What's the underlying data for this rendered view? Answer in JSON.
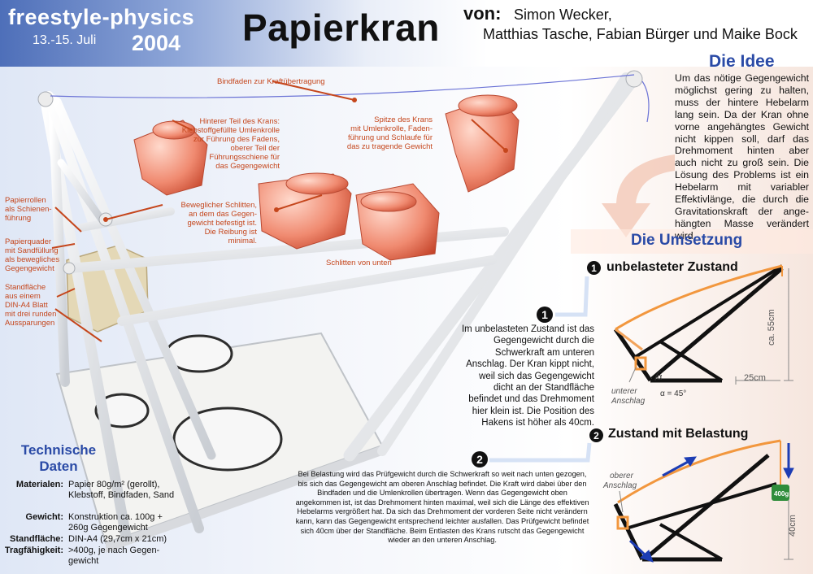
{
  "header": {
    "festival_name": "freestyle-physics",
    "festival_dates": "13.-15. Juli",
    "festival_year": "2004",
    "title": "Papierkran",
    "von_label": "von:",
    "authors_line1": "Simon Wecker,",
    "authors_line2": "Matthias Tasche,  Fabian Bürger  und  Maike Bock"
  },
  "labels": {
    "bindfaden": "Bindfaden zur Kraftübertragung",
    "hinterer_teil": [
      "Hinterer Teil des Krans:",
      "Klebstoffgefüllte Umlenkrolle",
      "zur Führung des Fadens,",
      "oberer Teil der",
      "Führungsschiene für",
      "das Gegengewicht"
    ],
    "spitze": [
      "Spitze des Krans",
      "mit Umlenkrolle, Faden-",
      "führung und Schlaufe für",
      "das zu tragende Gewicht"
    ],
    "papierrollen": [
      "Papierrollen",
      "als Schienen-",
      "führung"
    ],
    "papierquader": [
      "Papierquader",
      "mit Sandfüllung",
      "als bewegliches",
      "Gegengewicht"
    ],
    "standflaeche": [
      "Standfläche",
      "aus einem",
      "DIN-A4 Blatt",
      "mit drei runden",
      "Aussparungen"
    ],
    "schlitten": [
      "Beweglicher Schlitten,",
      "an dem das Gegen-",
      "gewicht befestigt ist.",
      "Die Reibung ist",
      "minimal."
    ],
    "schlitten_unten": "Schlitten von unten"
  },
  "idee": {
    "title": "Die Idee",
    "text": "Um das nötige Gegengewicht möglichst gering zu halten, muss der hintere Hebelarm lang sein. Da der Kran ohne vorne angehängtes Gewicht nicht kippen soll, darf das Drehmoment hinten aber auch nicht zu groß sein. Die Lösung des Problems ist ein Hebelarm mit variabler Effektivlänge, die durch die Gravitationskraft der ange-hängten Masse verändert wird."
  },
  "umsetzung": {
    "title": "Die Umsetzung",
    "state1": {
      "num": "1",
      "title": "unbelasteter Zustand",
      "text": "Im unbelasteten Zustand ist das Gegengewicht durch die Schwerkraft am unteren Anschlag. Der Kran kippt nicht, weil sich das Gegengewicht dicht an der Standfläche befindet und das Drehmoment hier klein ist. Die Position des Hakens ist höher als 40cm.",
      "dim_height": "ca. 55cm",
      "dim_width": "25cm",
      "anschlag": [
        "unterer",
        "Anschlag"
      ],
      "alpha": "α",
      "alpha_value": "α = 45°"
    },
    "state2": {
      "num": "2",
      "title": "Zustand mit Belastung",
      "text": "Bei Belastung wird das Prüfgewicht durch die Schwerkraft so weit nach unten gezogen, bis sich das Gegengewicht am oberen Anschlag befindet. Die Kraft wird dabei über den Bindfaden und die Umlenkrollen übertragen. Wenn das Gegengewicht oben angekommen ist, ist das Drehmoment hinten maximal, weil sich die Länge des effektiven Hebelarms vergrößert hat. Da sich das Drehmoment der vorderen Seite nicht verändern kann, kann das Gegengewicht entsprechend leichter ausfallen. Das Prüfgewicht befindet sich 40cm über der Standfläche. Beim Entlasten des Krans rutscht das Gegengewicht wieder an den unteren Anschlag.",
      "dim_height": "40cm",
      "anschlag": [
        "oberer",
        "Anschlag"
      ],
      "weight": "400g"
    }
  },
  "tech": {
    "title": "Technische Daten",
    "rows": [
      {
        "key": "Materialen:",
        "value": "Papier 80g/m² (gerollt), Klebstoff, Bindfaden, Sand"
      },
      {
        "key": "Gewicht:",
        "value": "Konstruktion ca. 100g + 260g Gegengewicht"
      },
      {
        "key": "Standfläche:",
        "value": "DIN-A4 (29,7cm x 21cm)"
      },
      {
        "key": "Tragfähigkeit:",
        "value": ">400g, je nach Gegen-gewicht"
      }
    ]
  }
}
